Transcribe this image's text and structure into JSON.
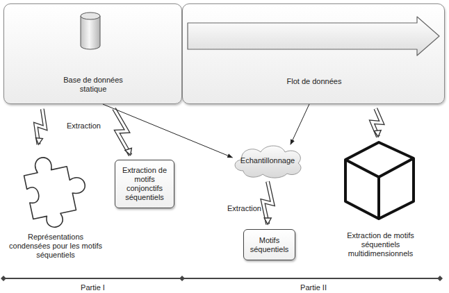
{
  "diagram": {
    "nodes": [
      {
        "text": [
          "Base de données statique"
        ]
      },
      {
        "text": [
          "Flot de données"
        ]
      },
      {
        "text": [
          "Représentations condensées pour les motifs séquentiels"
        ]
      },
      {
        "text": [
          "Extraction de motifs conjonctifs séquentiels"
        ]
      },
      {
        "text": [
          "Echantillonnage"
        ]
      },
      {
        "text": [
          "Motifs séquentiels"
        ]
      },
      {
        "text": [
          "Extraction de motifs séquentiels multidimensionnels"
        ]
      }
    ],
    "edges": [
      {
        "from": 0,
        "to": 2,
        "arrow": "to"
      },
      {
        "from": 0,
        "to": 3,
        "arrow": "to",
        "label": "Extraction"
      },
      {
        "from": 0,
        "to": 4,
        "arrow": "to"
      },
      {
        "from": 1,
        "to": 4,
        "arrow": "to"
      },
      {
        "from": 4,
        "to": 5,
        "arrow": "to",
        "label": "Extraction"
      },
      {
        "from": 1,
        "to": 6,
        "arrow": "to"
      }
    ],
    "labels": [
      "Partie I",
      "Partie II"
    ]
  }
}
